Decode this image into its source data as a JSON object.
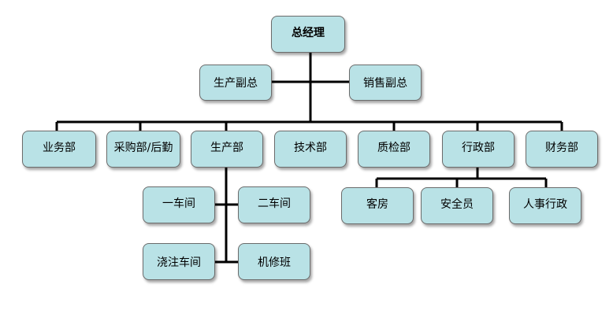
{
  "org": {
    "ceo": "总经理",
    "vp_production": "生产副总",
    "vp_sales": "销售副总",
    "departments": [
      "业务部",
      "采购部/后勤",
      "生产部",
      "技术部",
      "质检部",
      "行政部",
      "财务部"
    ],
    "production_units": [
      "一车间",
      "二车间",
      "浇注车间",
      "机修班"
    ],
    "admin_units": [
      "客房",
      "安全员",
      "人事行政"
    ]
  },
  "colors": {
    "box_fill": "#b9e2e6",
    "box_border": "#6b6b6b",
    "line": "#000000"
  }
}
